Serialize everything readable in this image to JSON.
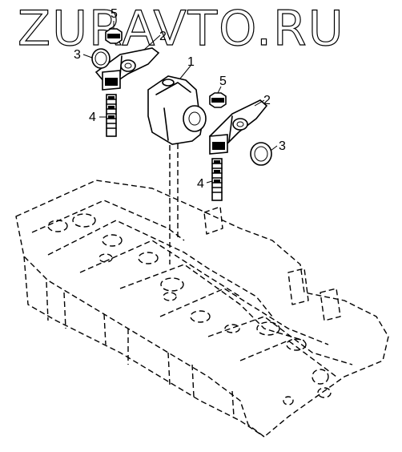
{
  "watermark": "ZURAVTO.RU",
  "callouts": [
    {
      "id": "c1",
      "label": "1"
    },
    {
      "id": "c2a",
      "label": "2"
    },
    {
      "id": "c2b",
      "label": "2"
    },
    {
      "id": "c3a",
      "label": "3"
    },
    {
      "id": "c3b",
      "label": "3"
    },
    {
      "id": "c4a",
      "label": "4"
    },
    {
      "id": "c4b",
      "label": "4"
    },
    {
      "id": "c5a",
      "label": "5"
    },
    {
      "id": "c5b",
      "label": "5"
    }
  ]
}
